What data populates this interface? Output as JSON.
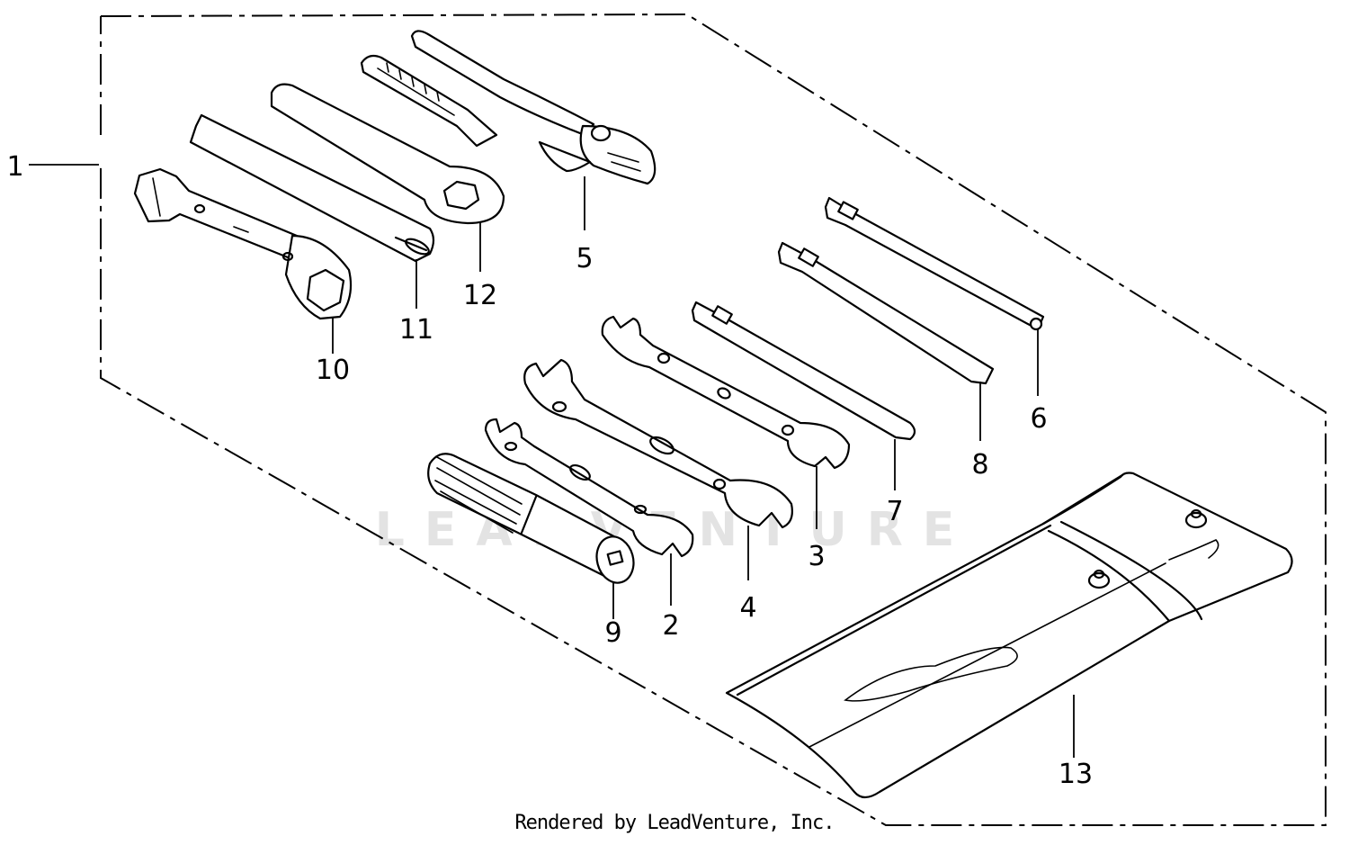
{
  "watermark": "LEADVENTURE",
  "credit": "Rendered by LeadVenture, Inc.",
  "callouts": {
    "c1": "1",
    "c2": "2",
    "c3": "3",
    "c4": "4",
    "c5": "5",
    "c6": "6",
    "c7": "7",
    "c8": "8",
    "c9": "9",
    "c10": "10",
    "c11": "11",
    "c12": "12",
    "c13": "13"
  }
}
